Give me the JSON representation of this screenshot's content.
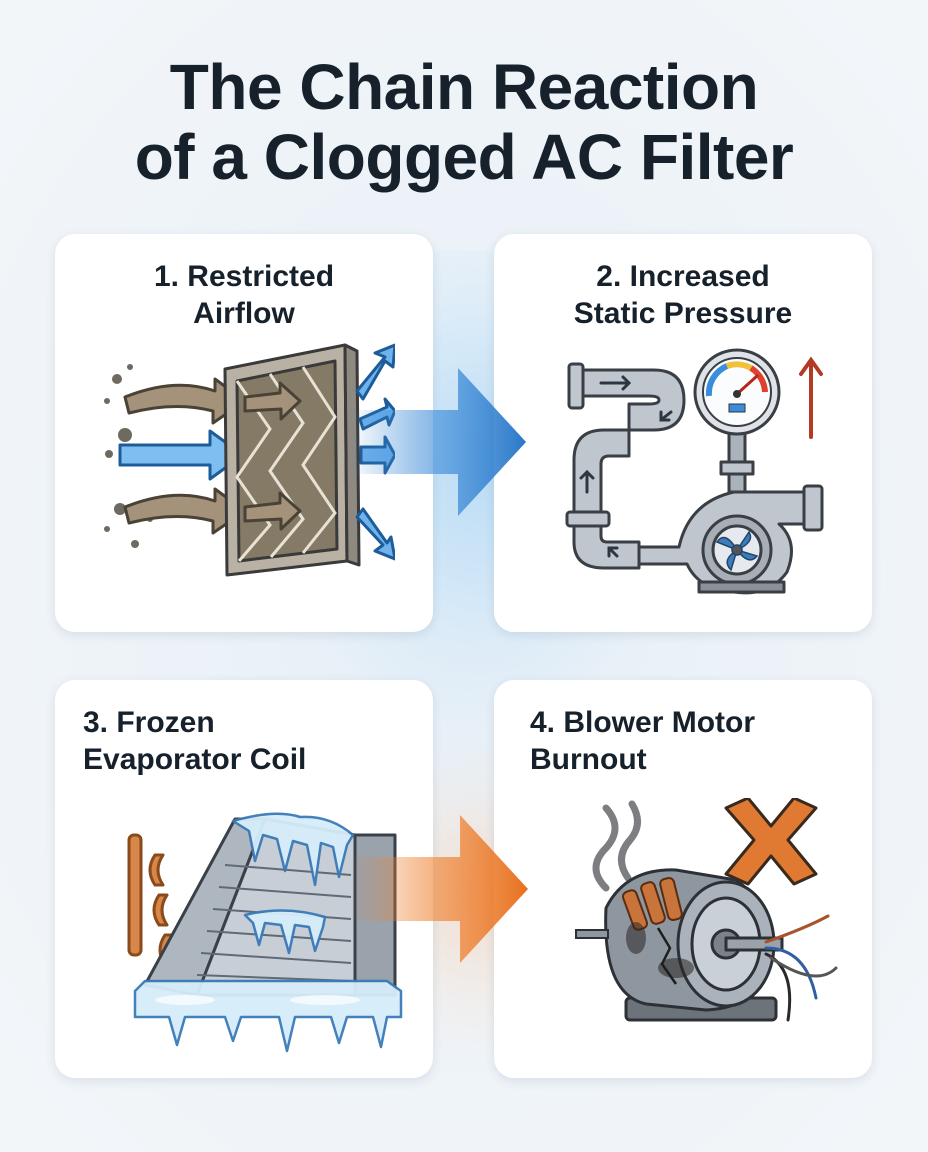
{
  "title": {
    "line1": "The Chain Reaction",
    "line2": "of a Clogged AC Filter"
  },
  "steps": [
    {
      "line1": "1. Restricted",
      "line2": "Airflow",
      "icon": "clogged-air-filter-icon"
    },
    {
      "line1": "2. Increased",
      "line2": "Static Pressure",
      "icon": "duct-pressure-gauge-icon"
    },
    {
      "line1": "3. Frozen",
      "line2": "Evaporator Coil",
      "icon": "frozen-coil-icon"
    },
    {
      "line1": "4. Blower Motor",
      "line2": "Burnout",
      "icon": "burnt-motor-icon"
    }
  ],
  "colors": {
    "text": "#16212b",
    "blue_arrow": "#2f7fd0",
    "orange_arrow": "#ec7b2a",
    "card": "#ffffff"
  }
}
